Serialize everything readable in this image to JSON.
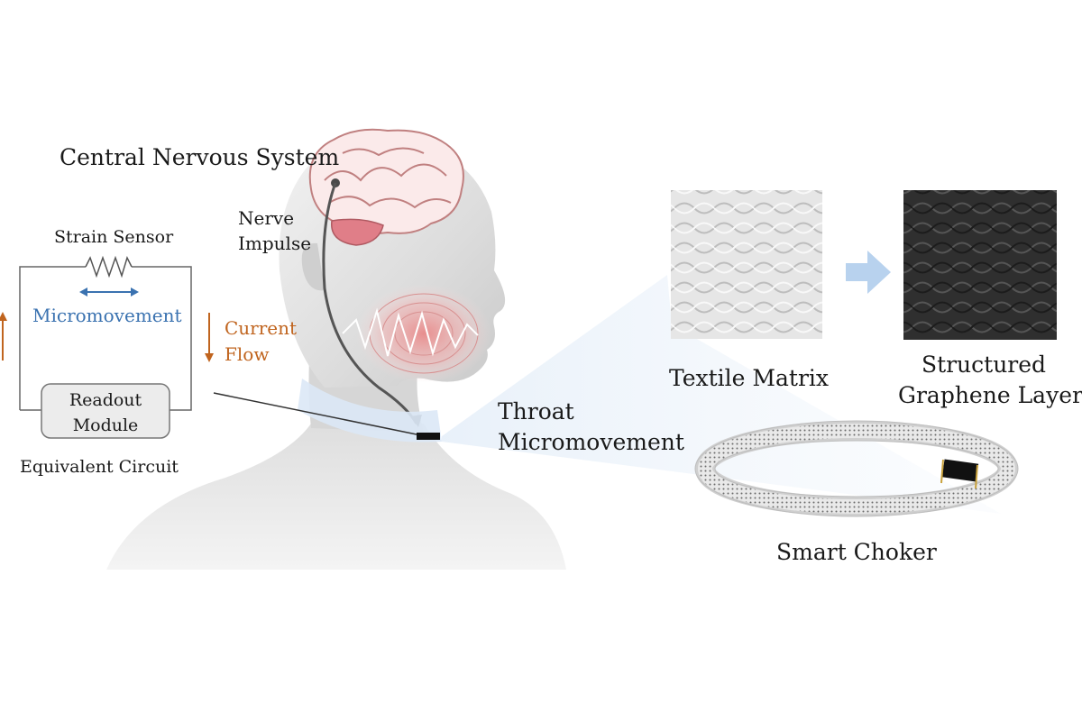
{
  "labels": {
    "central_nervous_system": "Central Nervous System",
    "nerve_impulse_line1": "Nerve",
    "nerve_impulse_line2": "Impulse",
    "strain_sensor": "Strain Sensor",
    "micromovement": "Micromovement",
    "current_flow_line1": "Current",
    "current_flow_line2": "Flow",
    "readout_module_line1": "Readout",
    "readout_module_line2": "Module",
    "equivalent_circuit": "Equivalent Circuit",
    "throat_micromovement_line1": "Throat",
    "throat_micromovement_line2": "Micromovement",
    "textile_matrix": "Textile Matrix",
    "structured_graphene_line1": "Structured",
    "structured_graphene_line2": "Graphene Layer",
    "smart_choker": "Smart Choker"
  },
  "colors": {
    "micromovement_blue": "#3a72b0",
    "current_orange": "#c0641e",
    "circuit_gray": "#555555",
    "choker_band": "#d8e6f5",
    "graphene_dark": "#2e2e2e",
    "textile_light": "#d9d9d9",
    "arrow_blue": "#b8d2ee"
  }
}
